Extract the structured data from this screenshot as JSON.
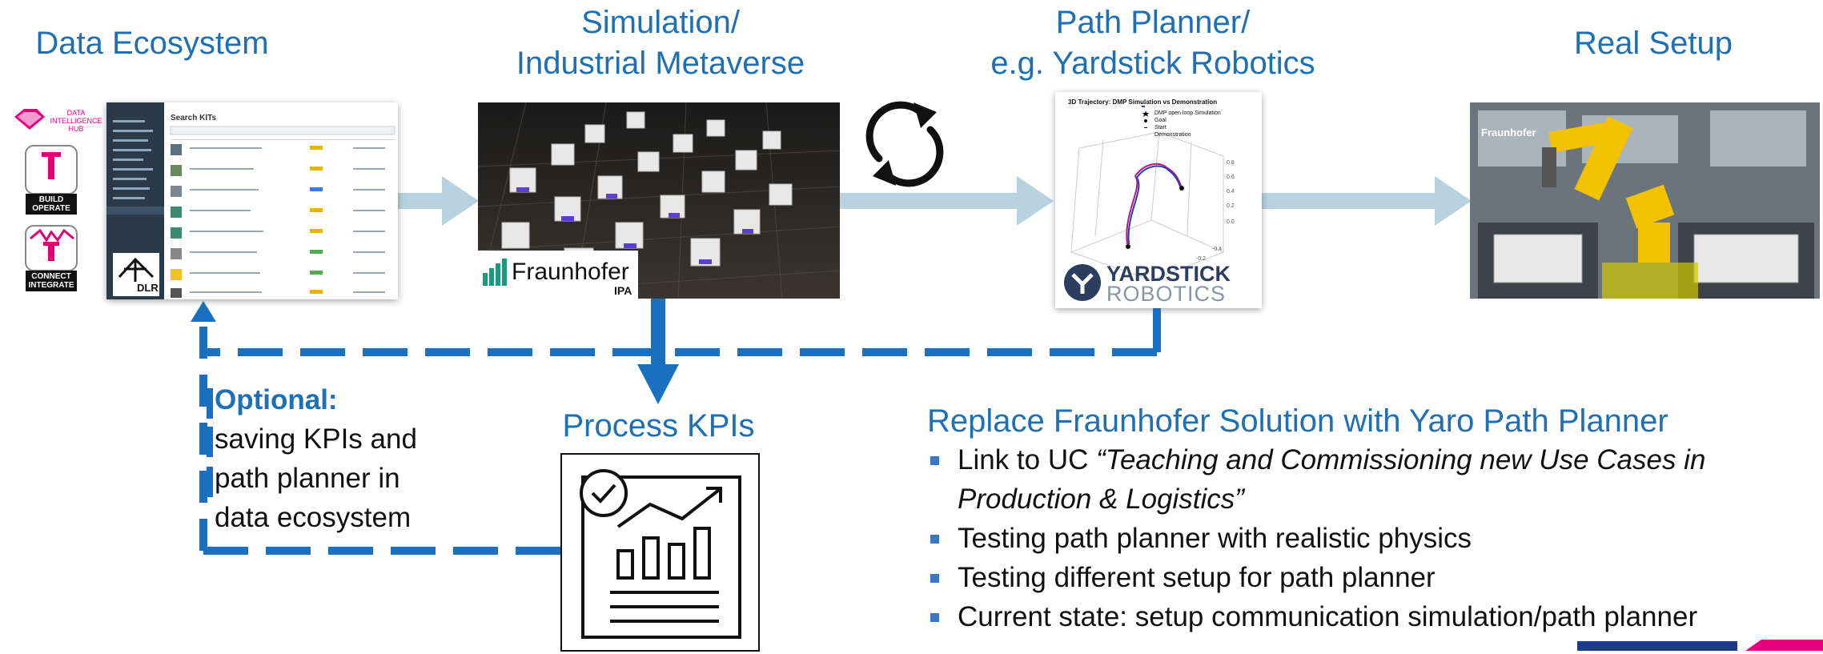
{
  "titles": {
    "data_ecosystem": "Data Ecosystem",
    "simulation_line1": "Simulation/",
    "simulation_line2": "Industrial Metaverse",
    "path_planner_line1": "Path Planner/",
    "path_planner_line2": "e.g. Yardstick Robotics",
    "real_setup": "Real Setup",
    "process_kpis": "Process KPIs"
  },
  "data_ecosystem_panel": {
    "hub_logo_text": "DATA INTELLIGENCE HUB",
    "badge1_line1": "BUILD",
    "badge1_line2": "OPERATE",
    "badge2_line1": "CONNECT",
    "badge2_line2": "INTEGRATE",
    "dlr_label": "DLR",
    "screen_heading": "Search KITs"
  },
  "simulation_panel": {
    "logo_text": "Fraunhofer",
    "logo_sub": "IPA"
  },
  "path_planner_panel": {
    "plot_title": "3D Trajectory: DMP Simulation vs Demonstration",
    "legend": [
      "DMP open loop Simulation",
      "Goal",
      "Start",
      "Demonstration"
    ],
    "logo_line1": "YARDSTICK",
    "logo_line2": "ROBOTICS"
  },
  "real_setup_panel": {
    "logo_text": "Fraunhofer"
  },
  "optional_note": {
    "label": "Optional:",
    "line1": "saving KPIs and",
    "line2": "path planner in",
    "line3": "data ecosystem"
  },
  "replace_section": {
    "heading": "Replace Fraunhofer Solution with Yaro Path Planner",
    "bullet1_prefix": "Link to UC ",
    "bullet1_italic": "“Teaching and Commissioning new Use Cases in Production & Logistics”",
    "bullet2": "Testing path planner with realistic physics",
    "bullet3": "Testing different setup for path planner",
    "bullet4": "Current state: setup communication simulation/path planner"
  },
  "colors": {
    "title_blue": "#1f6fb5",
    "arrow_light": "#b9d2e0",
    "arrow_dark": "#1a6fc0",
    "telekom_magenta": "#e20074"
  }
}
